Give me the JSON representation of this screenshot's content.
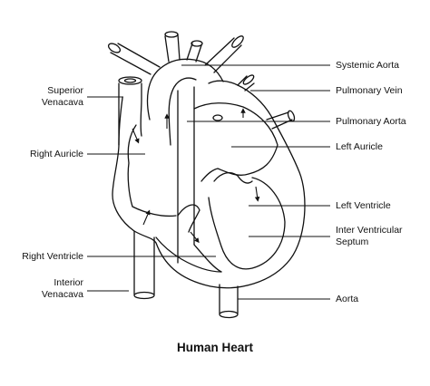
{
  "title": "Human Heart",
  "labels": {
    "systemic_aorta": "Systemic Aorta",
    "pulmonary_vein": "Pulmonary Vein",
    "pulmonary_aorta": "Pulmonary Aorta",
    "left_auricle": "Left Auricle",
    "left_ventricle": "Left Ventricle",
    "inter_ventricular_septum": "Inter Ventricular\nSeptum",
    "aorta": "Aorta",
    "superior_venacava": "Superior\nVenacava",
    "right_auricle": "Right Auricle",
    "right_ventricle": "Right Ventricle",
    "interior_venacava": "Interior\nVenacava"
  }
}
